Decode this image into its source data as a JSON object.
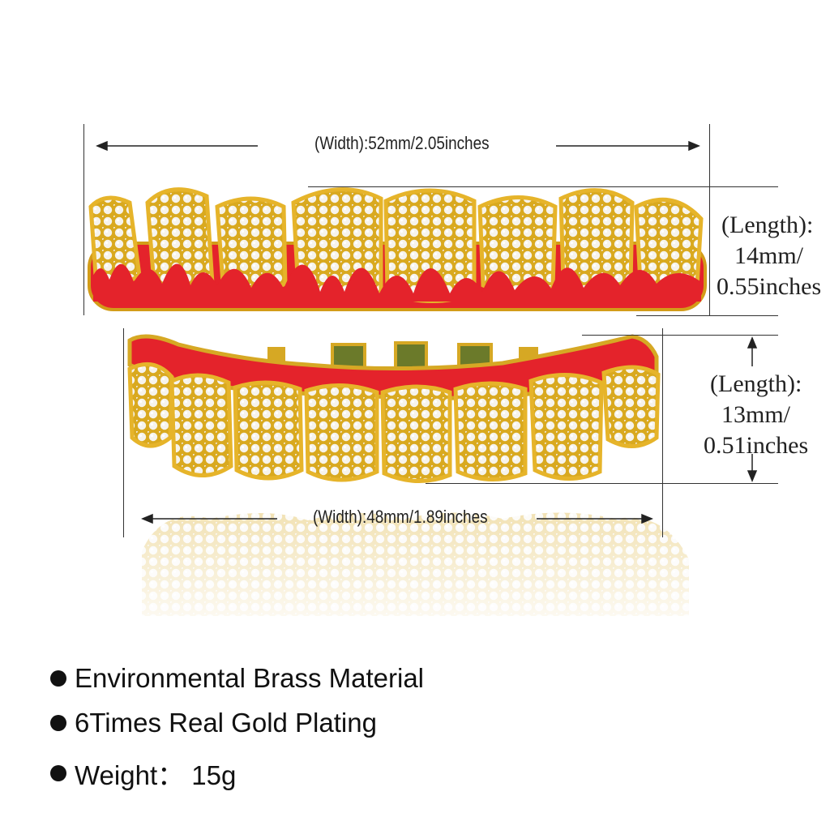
{
  "dimensions": {
    "top_width": "(Width):52mm/2.05inches",
    "bottom_width": "(Width):48mm/1.89inches",
    "top_length": [
      "(Length):",
      "14mm/",
      "0.55inches"
    ],
    "bottom_length": [
      "(Length):",
      "13mm/",
      "0.51inches"
    ]
  },
  "features": [
    "Environmental Brass Material",
    "6Times Real Gold Plating",
    "Weight： 15g"
  ],
  "colors": {
    "gold": "#e8b92a",
    "enamel_red": "#e4232b",
    "stone": "#f4f1ea"
  }
}
